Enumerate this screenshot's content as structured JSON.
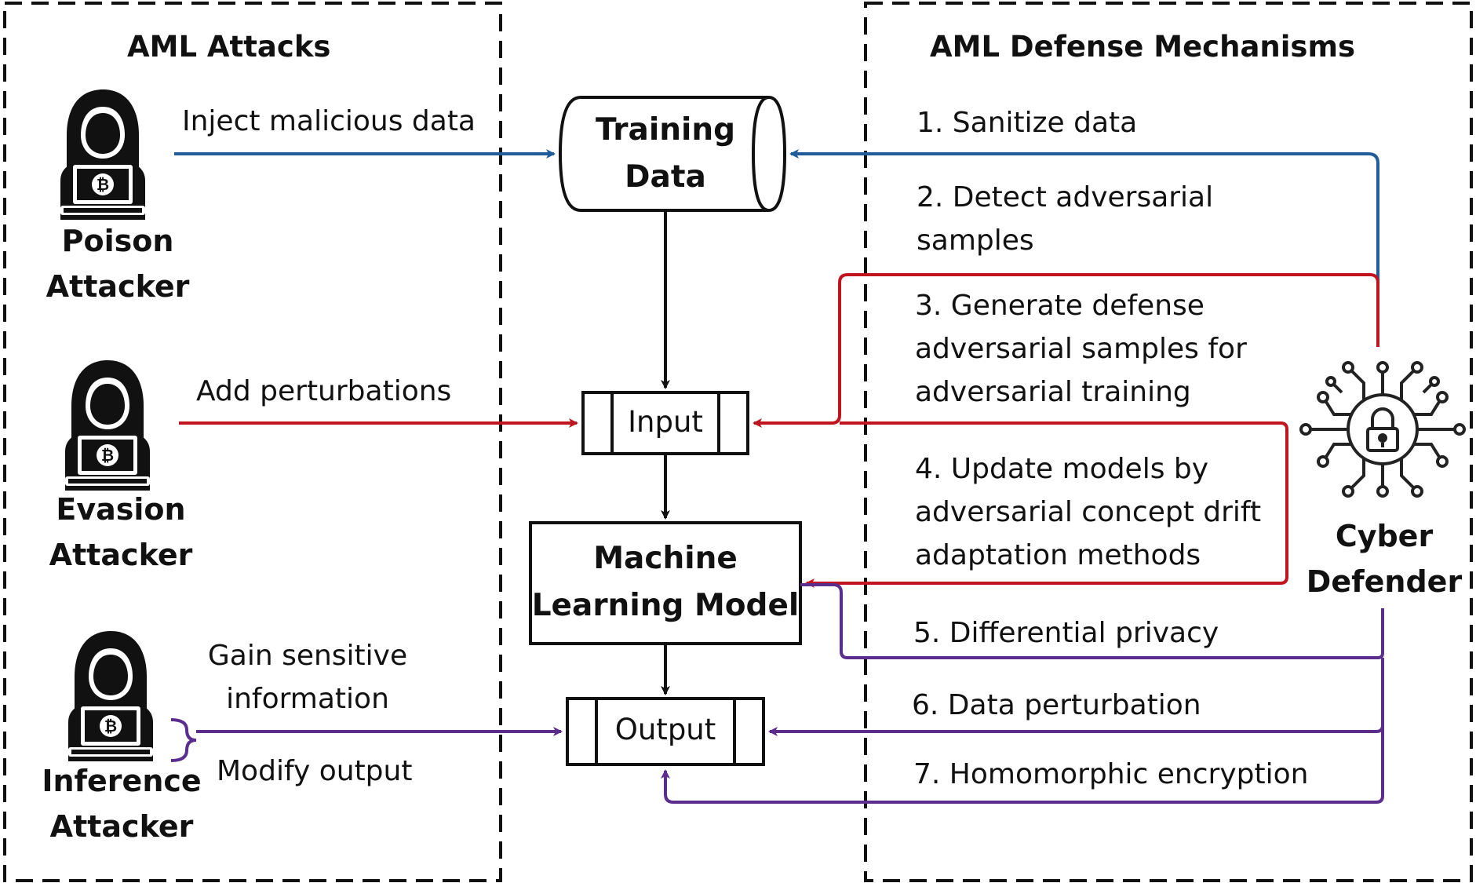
{
  "panels": {
    "attacks_title": "AML Attacks",
    "defense_title": "AML Defense Mechanisms"
  },
  "attackers": {
    "poison": {
      "line1": "Poison",
      "line2": "Attacker",
      "action": "Inject malicious data"
    },
    "evasion": {
      "line1": "Evasion",
      "line2": "Attacker",
      "action": "Add perturbations"
    },
    "inference": {
      "line1": "Inference",
      "line2": "Attacker",
      "action1_line1": "Gain sensitive",
      "action1_line2": "information",
      "action2": "Modify output"
    }
  },
  "nodes": {
    "training_data": {
      "line1": "Training",
      "line2": "Data"
    },
    "input": "Input",
    "model": {
      "line1": "Machine",
      "line2": "Learning Model"
    },
    "output": "Output"
  },
  "defender": {
    "line1": "Cyber",
    "line2": "Defender"
  },
  "defenses": {
    "d1": "1. Sanitize data",
    "d2": {
      "line1": "2. Detect adversarial",
      "line2": "samples"
    },
    "d3": {
      "line1": "3. Generate defense",
      "line2": "adversarial samples for",
      "line3": "adversarial training"
    },
    "d4": {
      "line1": "4. Update models by",
      "line2": "adversarial concept drift",
      "line3": "adaptation methods"
    },
    "d5": "5. Differential privacy",
    "d6": "6. Data perturbation",
    "d7": "7. Homomorphic encryption"
  },
  "colors": {
    "blue": "#1f5c99",
    "red": "#c0141e",
    "purple": "#5b2d8c",
    "black": "#111111"
  },
  "icons": {
    "attacker": "hooded-hacker-laptop-bitcoin-icon",
    "defender": "circuit-lock-icon"
  }
}
